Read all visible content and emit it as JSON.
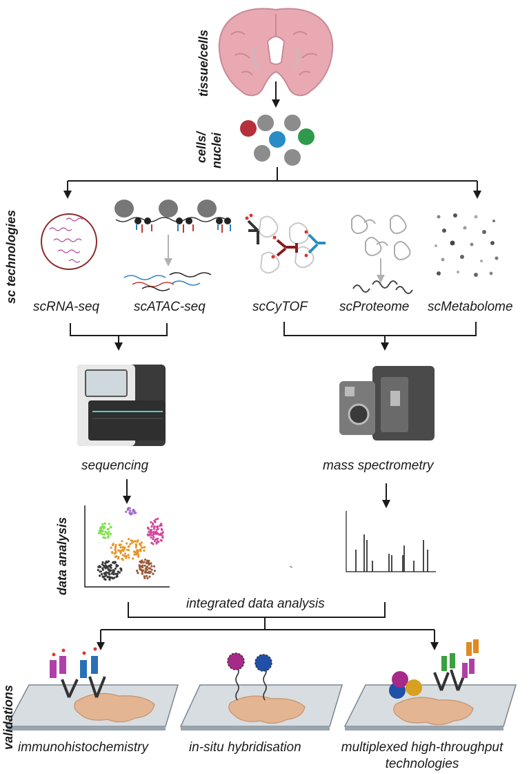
{
  "side_labels": {
    "tissue": "tissue/cells",
    "cells_line1": "cells/",
    "cells_line2": "nuclei",
    "sc_technologies": "sc technologies",
    "data_analysis": "data analysis",
    "validations": "validations"
  },
  "technologies": {
    "scrnaseq": "scRNA-seq",
    "scatacseq": "scATAC-seq",
    "sccytof": "scCyTOF",
    "scproteome": "scProteome",
    "scmetabolome": "scMetabolome"
  },
  "instruments": {
    "sequencing": "sequencing",
    "mass_spec": "mass spectrometry"
  },
  "integration": {
    "label": "integrated data analysis"
  },
  "validations": {
    "ihc": "immunohistochemistry",
    "ish": "in-situ hybridisation",
    "multiplex_line1": "multiplexed high-throughput",
    "multiplex_line2": "technologies"
  },
  "colors": {
    "brain": "#e8a9b3",
    "cell_red": "#b5303a",
    "cell_blue": "#2a8cc4",
    "cell_green": "#2f9a4b",
    "cell_grey": "#8c8c8c",
    "cluster_green": "#7fe04a",
    "cluster_purple": "#a566c8",
    "cluster_pink": "#d04a9e",
    "cluster_orange": "#e8962a",
    "cluster_black": "#3a3a3a",
    "cluster_brown": "#9a5a3a"
  }
}
